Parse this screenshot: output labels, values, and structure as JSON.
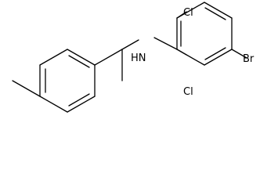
{
  "molecule": {
    "labels": {
      "chlorine_top": "Cl",
      "chlorine_bottom": "Cl",
      "bromine": "Br",
      "amine": "HN"
    }
  }
}
